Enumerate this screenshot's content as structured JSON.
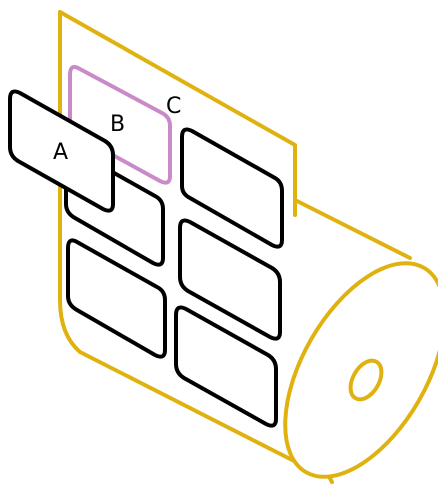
{
  "labels": {
    "a": "A",
    "b": "B",
    "c": "C"
  },
  "colors": {
    "roll": "#e0b20f",
    "label_outline": "#000000",
    "label_b_outline": "#c98ac8",
    "background": "#ffffff"
  }
}
